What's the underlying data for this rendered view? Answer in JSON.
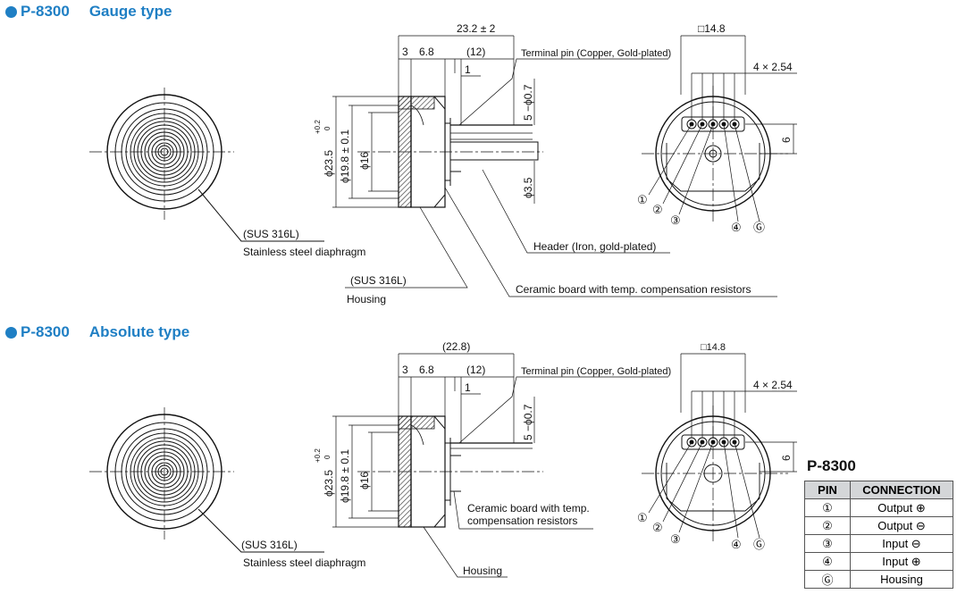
{
  "gauge": {
    "model": "P-8300",
    "type": "Gauge type",
    "dims": {
      "overall": "23.2 ± 2",
      "d3": "3",
      "d68": "6.8",
      "d12": "(12)",
      "d1": "1",
      "pin_dia": "5 −ϕ0.7",
      "header_dia": "ϕ3.5",
      "outer_dia_main": "ϕ23.5",
      "outer_tol_plus": "+0.2",
      "outer_tol_minus": "0",
      "mid_dia": "ϕ19.8 ± 0.1",
      "inner_dia": "ϕ16",
      "square": "□14.8",
      "pitch": "4 × 2.54",
      "offset": "6"
    },
    "callouts": {
      "terminal": "Terminal pin (Copper, Gold-plated)",
      "header": "Header (Iron, gold-plated)",
      "ceramic": "Ceramic board with temp. compensation resistors",
      "diaphragm_material": "(SUS 316L)",
      "diaphragm": "Stainless steel diaphragm",
      "housing_material": "(SUS 316L)",
      "housing": "Housing"
    },
    "pin_labels": [
      "①",
      "②",
      "③",
      "④",
      "Ⓖ"
    ]
  },
  "absolute": {
    "model": "P-8300",
    "type": "Absolute type",
    "dims": {
      "overall": "(22.8)",
      "d3": "3",
      "d68": "6.8",
      "d12": "(12)",
      "d1": "1",
      "pin_dia": "5 −ϕ0.7",
      "outer_dia_main": "ϕ23.5",
      "outer_tol_plus": "+0.2",
      "outer_tol_minus": "0",
      "mid_dia": "ϕ19.8 ± 0.1",
      "inner_dia": "ϕ16",
      "square": "□14.8",
      "pitch": "4 × 2.54",
      "offset": "6"
    },
    "callouts": {
      "terminal": "Terminal pin (Copper, Gold-plated)",
      "ceramic_line1": "Ceramic board with temp.",
      "ceramic_line2": "compensation resistors",
      "diaphragm_material": "(SUS 316L)",
      "diaphragm": "Stainless steel diaphragm",
      "housing": "Housing"
    },
    "pin_labels": [
      "①",
      "②",
      "③",
      "④",
      "Ⓖ"
    ]
  },
  "pin_table": {
    "title": "P-8300",
    "headers": [
      "PIN",
      "CONNECTION"
    ],
    "rows": [
      {
        "pin": "①",
        "connection": "Output ⊕"
      },
      {
        "pin": "②",
        "connection": "Output ⊖"
      },
      {
        "pin": "③",
        "connection": "Input ⊖"
      },
      {
        "pin": "④",
        "connection": "Input ⊕"
      },
      {
        "pin": "Ⓖ",
        "connection": "Housing"
      }
    ]
  },
  "colors": {
    "heading": "#1f7fc4",
    "line": "#111111",
    "hatch": "#444444",
    "table_header_bg": "#d4d6d8"
  }
}
